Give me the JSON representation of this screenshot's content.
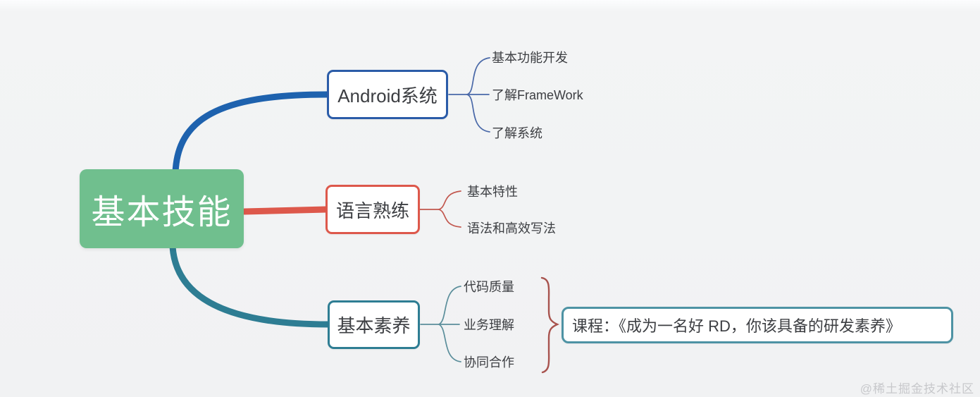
{
  "colors": {
    "canvas_bg": "#f1f2f3",
    "root_fill": "#70bf8e",
    "root_text": "#ffffff",
    "android_accent": "#1e62ae",
    "android_connector": "#4a69a8",
    "language_accent": "#dd584b",
    "language_connector": "#c2574e",
    "basics_accent": "#2e7d93",
    "basics_connector": "#5b8e9b",
    "course_border": "#4e93a4",
    "brace": "#a8534e",
    "node_text": "#3c3e42",
    "watermark_text": "#c7c8cb"
  },
  "root": {
    "label": "基本技能"
  },
  "branches": [
    {
      "label": "Android系统",
      "children": [
        "基本功能开发",
        "了解FrameWork",
        "了解系统"
      ]
    },
    {
      "label": "语言熟练",
      "children": [
        "基本特性",
        "语法和高效写法"
      ]
    },
    {
      "label": "基本素养",
      "children": [
        "代码质量",
        "业务理解",
        "协同合作"
      ],
      "annotation": "课程：《成为一名好 RD，你该具备的研发素养》"
    }
  ],
  "watermark": {
    "label": "@稀土掘金技术社区"
  }
}
